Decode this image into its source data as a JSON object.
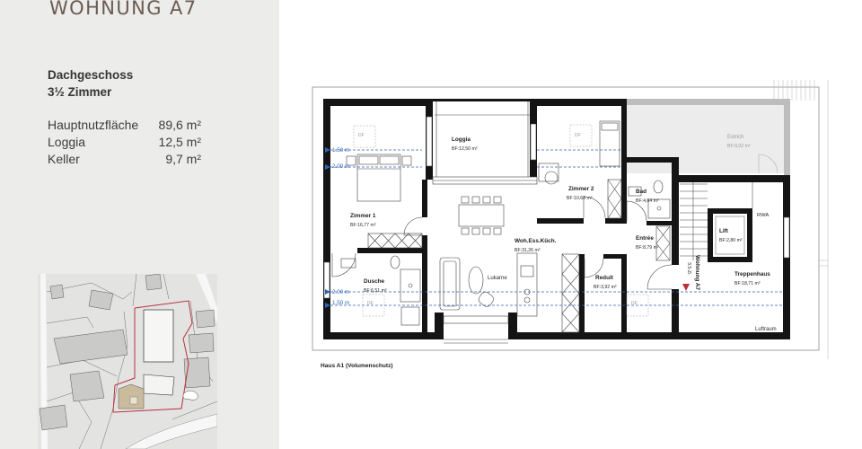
{
  "header": {
    "title": "WOHNUNG A7"
  },
  "unit": {
    "floor": "Dachgeschoss",
    "rooms": "3½ Zimmer"
  },
  "areas": [
    {
      "label": "Hauptnutzfläche",
      "value": "89,6 m²"
    },
    {
      "label": "Loggia",
      "value": "12,5 m²"
    },
    {
      "label": "Keller",
      "value": "9,7 m²"
    }
  ],
  "plan": {
    "rooms": {
      "loggia": {
        "name": "Loggia",
        "area": "BF:12,50 m²"
      },
      "zimmer2": {
        "name": "Zimmer 2",
        "area": "BF:10,68 m²"
      },
      "bad": {
        "name": "Bad",
        "area": "BF:4,64 m²"
      },
      "estrich": {
        "name": "Estrich",
        "area": "BF:9,02 m²"
      },
      "zimmer1": {
        "name": "Zimmer 1",
        "area": "BF:16,77 m²"
      },
      "lift": {
        "name": "Lift",
        "area": "BF:2,80 m²"
      },
      "entree": {
        "name": "Entrée",
        "area": "BF:8,79 m²"
      },
      "wohnen": {
        "name": "Woh.Ess.Küch.",
        "area": "BF:31,26 m²"
      },
      "treppenhaus": {
        "name": "Treppenhaus",
        "area": "BF:18,71 m²"
      },
      "reduit": {
        "name": "Reduit",
        "area": "BF:3,92 m²"
      },
      "dusche": {
        "name": "Dusche",
        "area": "BF:6,51 m²"
      }
    },
    "labels": {
      "lukarne": "Lukarne",
      "rwa": "RWA",
      "luftraum": "Luftraum",
      "wohnung": "Wohnung A7",
      "zi": "3.5-Zi.",
      "df": "DF"
    },
    "heights": {
      "h150": "1.50 m",
      "h200": "2.00 m"
    },
    "caption": "Haus A1 (Volumenschutz)"
  },
  "colors": {
    "title": "#6b5b50",
    "panel_bg": "#ececea",
    "lot_boundary": "#b8323a",
    "height_lines": "#2f63b5",
    "entrance_marker": "#b8323a"
  }
}
